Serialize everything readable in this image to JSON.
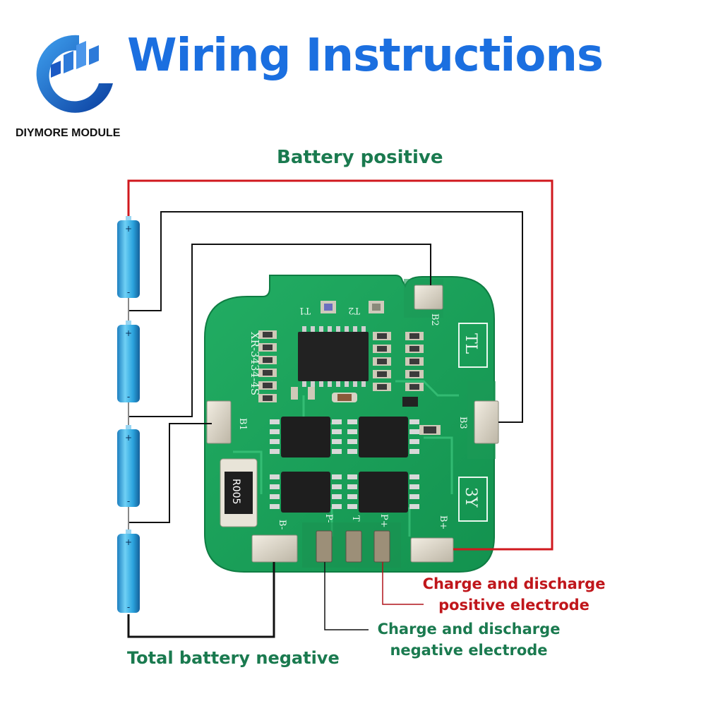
{
  "header": {
    "title": "Wiring Instructions",
    "brand": "DIYMORE MODULE"
  },
  "labels": {
    "battery_positive": "Battery positive",
    "total_negative": "Total battery negative",
    "charge_pos_line1": "Charge and discharge",
    "charge_pos_line2": "positive electrode",
    "charge_neg_line1": "Charge and discharge",
    "charge_neg_line2": "negative electrode"
  },
  "board": {
    "model": "XR-3434-4S",
    "pads": {
      "b1": "B1",
      "b2": "B2",
      "b3": "B3",
      "b_minus": "B-",
      "b_plus": "B+",
      "p_minus": "P-",
      "t": "T",
      "p_plus": "P+"
    },
    "markings": {
      "tl": "TL",
      "sy": "3Y",
      "t1": "T1",
      "t2": "T2",
      "resistor": "R005"
    }
  },
  "battery": {
    "plus": "+",
    "minus": "-"
  },
  "colors": {
    "title": "#1b6fe0",
    "label_green": "#1a7a4f",
    "label_red": "#c0161b",
    "wire_red": "#d0181e",
    "wire_black": "#111111",
    "pcb": "#1aa05a",
    "battery": "#2a9fd8"
  }
}
